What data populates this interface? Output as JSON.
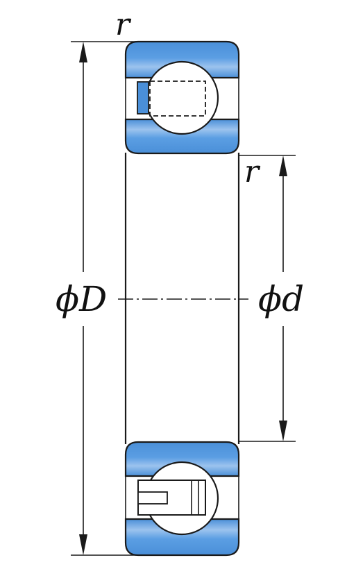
{
  "labels": {
    "outer_radius": "r",
    "inner_radius": "r",
    "outer_diameter": "ϕD",
    "bore_diameter": "ϕd"
  },
  "colors": {
    "ring_fill": "#4a8fd8",
    "ring_highlight": "#9cc3ee",
    "line": "#1a1a1a",
    "background": "#ffffff"
  }
}
